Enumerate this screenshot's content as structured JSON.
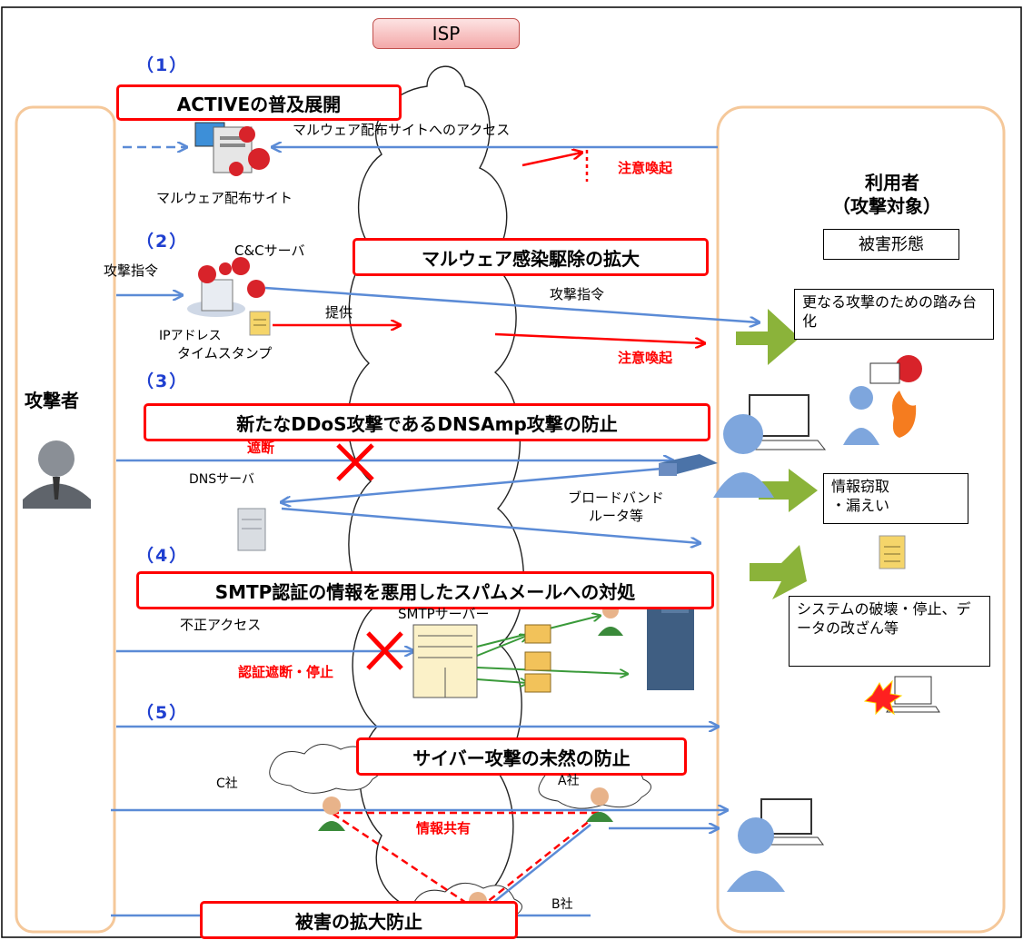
{
  "header": {
    "isp": "ISP"
  },
  "steps": [
    {
      "num": "（1）",
      "title": "ACTIVEの普及展開"
    },
    {
      "num": "（2）",
      "title": "マルウェア感染駆除の拡大"
    },
    {
      "num": "（3）",
      "title": "新たなDDoS攻撃であるDNSAmp攻撃の防止"
    },
    {
      "num": "（4）",
      "title": "SMTP認証の情報を悪用したスパムメールへの対処"
    },
    {
      "num": "（5）",
      "title": "サイバー攻撃の未然の防止"
    }
  ],
  "bottom_box": "被害の拡大防止",
  "attacker": {
    "label": "攻撃者"
  },
  "user": {
    "label_line1": "利用者",
    "label_line2": "（攻撃対象）",
    "damage_header": "被害形態"
  },
  "damage": {
    "stepping_stone": "更なる攻撃のための踏み台化",
    "info_theft_line1": "情報窃取",
    "info_theft_line2": "・漏えい",
    "destruction": "システムの破壊・停止、データの改ざん等"
  },
  "labels": {
    "access_malware_site": "マルウェア配布サイトへのアクセス",
    "alert1": "注意喚起",
    "malware_site": "マルウェア配布サイト",
    "cc_server": "C&Cサーバ",
    "attack_cmd_left": "攻撃指令",
    "attack_cmd_right": "攻撃指令",
    "ip_line1": "IPアドレス",
    "ip_line2": "タイムスタンプ",
    "provide": "提供",
    "alert2": "注意喚起",
    "block": "遮断",
    "dns_server": "DNSサーバ",
    "router_line1": "ブロードバンド",
    "router_line2": "ルータ等",
    "unauthorized_access": "不正アクセス",
    "smtp_server": "SMTPサーバー",
    "auth_block": "認証遮断・停止",
    "company_c": "C社",
    "company_a": "A社",
    "company_b": "B社",
    "info_share": "情報共有"
  },
  "colors": {
    "emphasis_red": "#ff0000",
    "step_blue": "#1f3fd0",
    "arrow_blue": "#5b8bd6",
    "panel_border": "#f5c89a",
    "green_arrow": "#8bb33a"
  }
}
